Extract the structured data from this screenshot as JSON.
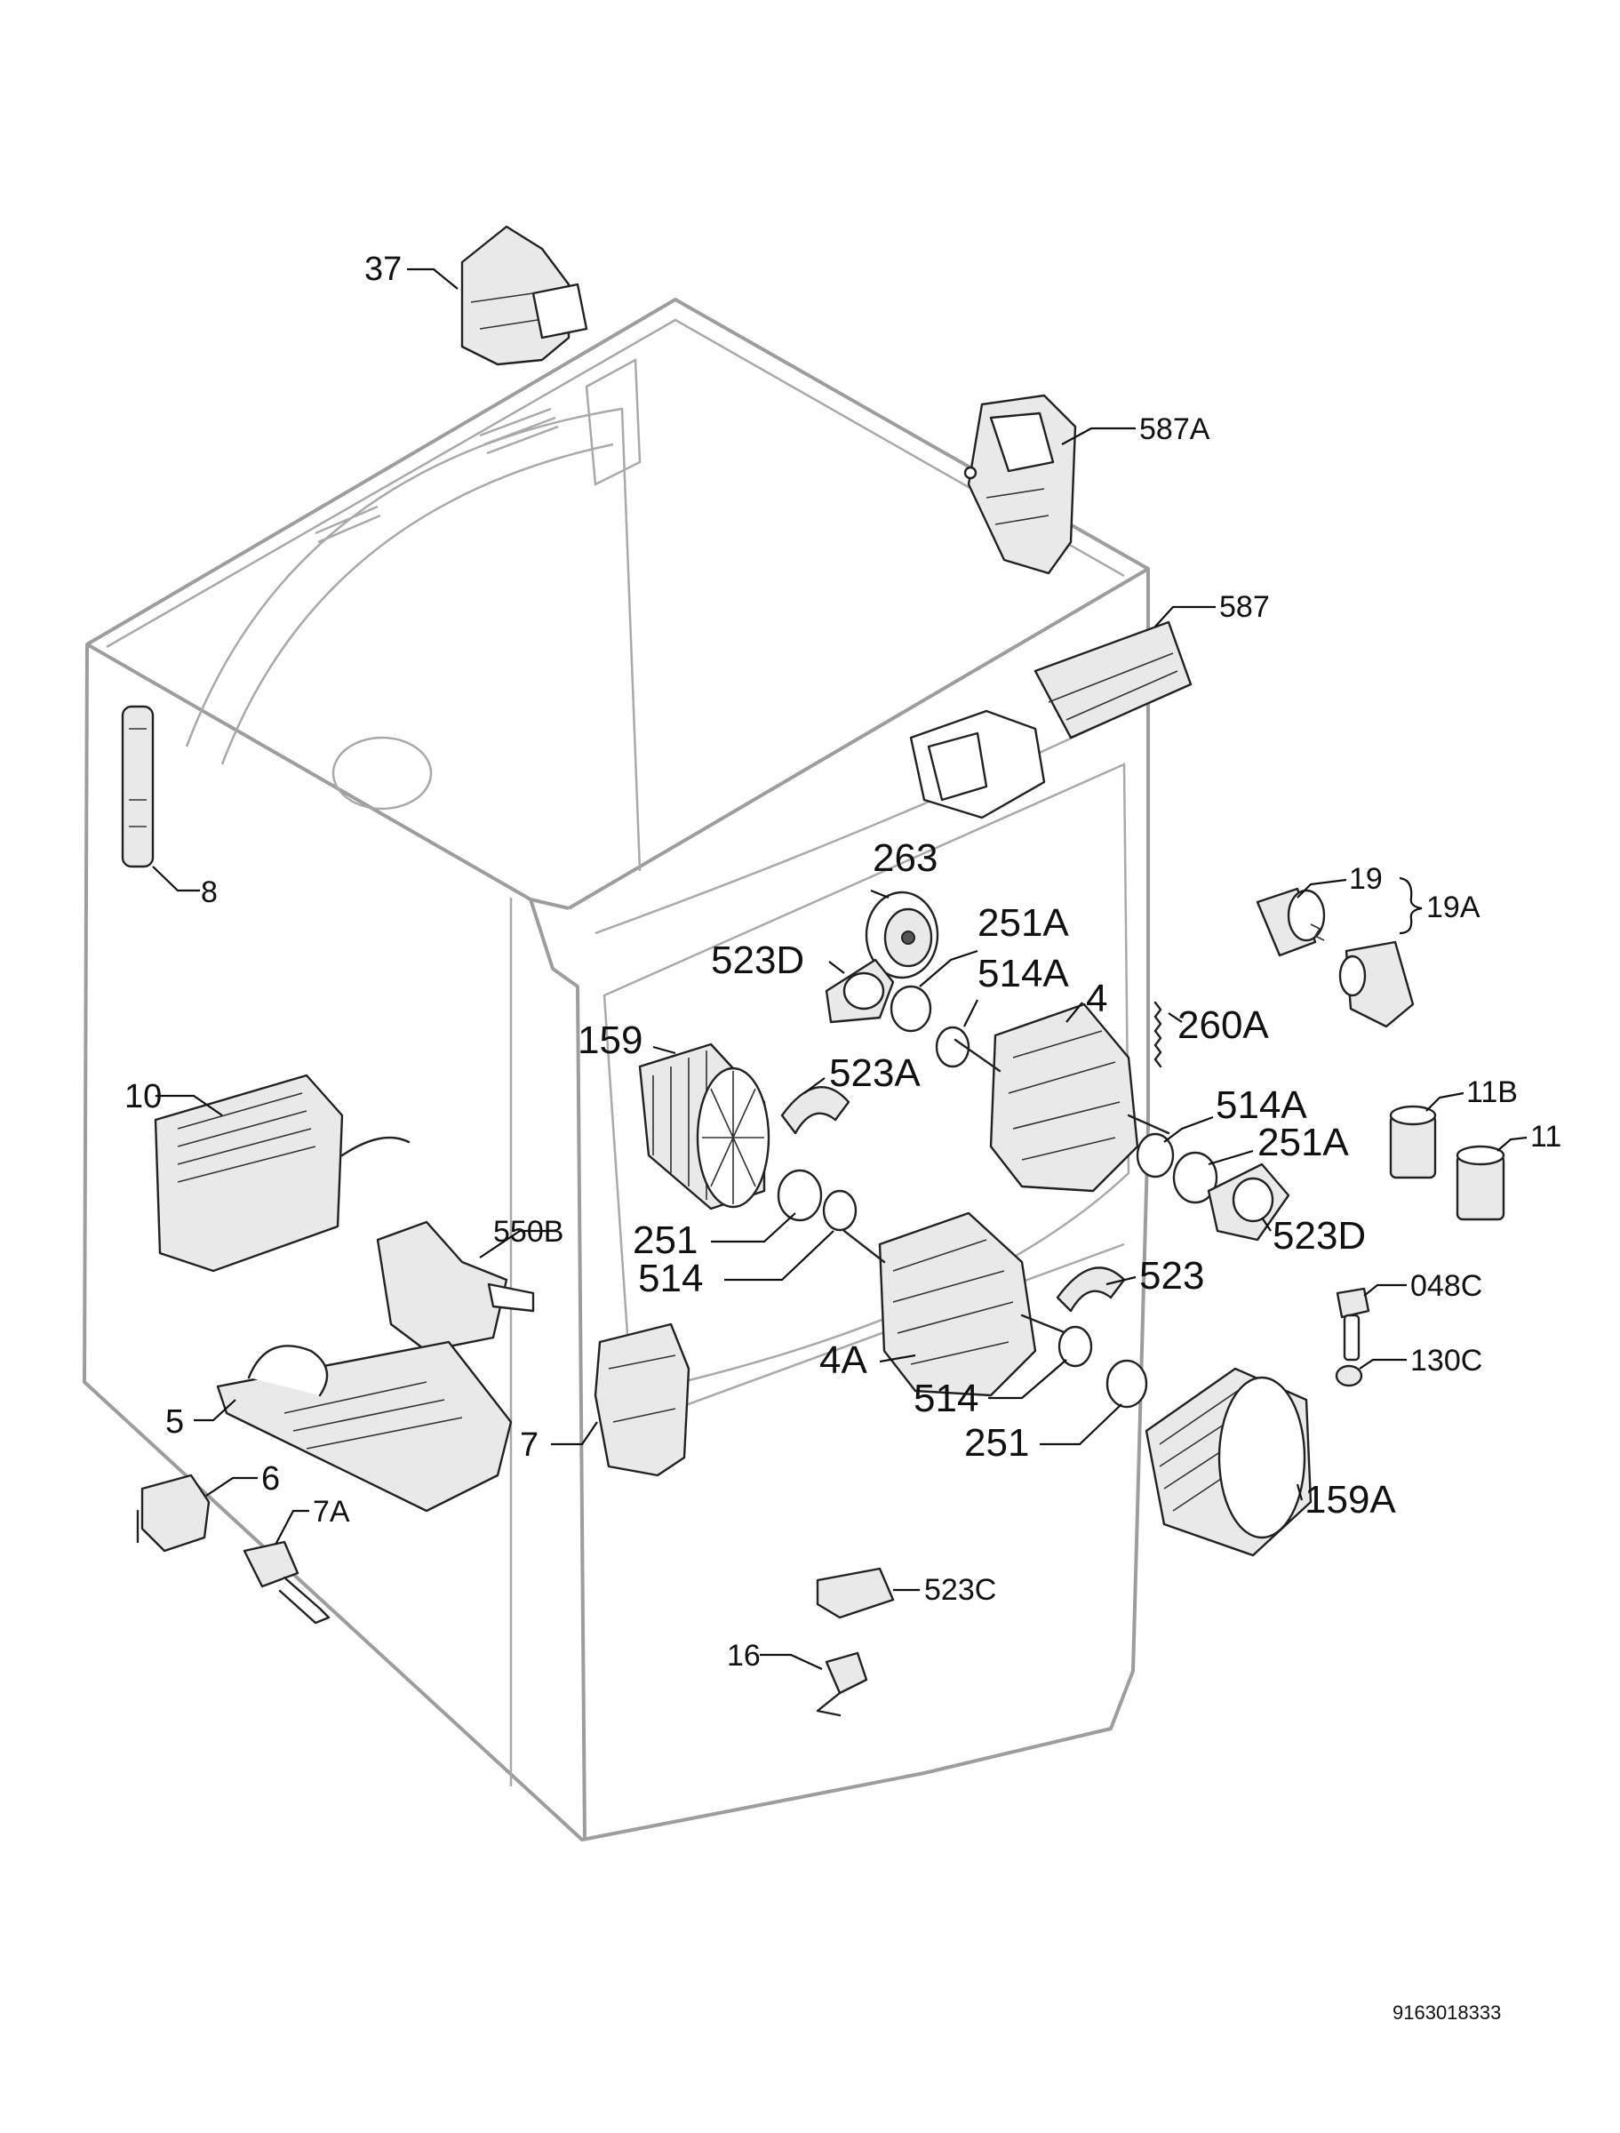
{
  "callouts": [
    {
      "id": "37",
      "label": "37"
    },
    {
      "id": "587A",
      "label": "587A"
    },
    {
      "id": "587",
      "label": "587"
    },
    {
      "id": "8",
      "label": "8"
    },
    {
      "id": "263",
      "label": "263"
    },
    {
      "id": "251A-top",
      "label": "251A"
    },
    {
      "id": "523D-top",
      "label": "523D"
    },
    {
      "id": "514A-top",
      "label": "514A"
    },
    {
      "id": "4",
      "label": "4"
    },
    {
      "id": "19",
      "label": "19"
    },
    {
      "id": "19A",
      "label": "19A"
    },
    {
      "id": "260A",
      "label": "260A"
    },
    {
      "id": "159",
      "label": "159"
    },
    {
      "id": "523A",
      "label": "523A"
    },
    {
      "id": "514A-right",
      "label": "514A"
    },
    {
      "id": "251A-right",
      "label": "251A"
    },
    {
      "id": "11B",
      "label": "11B"
    },
    {
      "id": "11",
      "label": "11"
    },
    {
      "id": "10",
      "label": "10"
    },
    {
      "id": "523D-right",
      "label": "523D"
    },
    {
      "id": "550B",
      "label": "550B"
    },
    {
      "id": "251-mid",
      "label": "251"
    },
    {
      "id": "514-mid",
      "label": "514"
    },
    {
      "id": "523",
      "label": "523"
    },
    {
      "id": "048C",
      "label": "048C"
    },
    {
      "id": "4A",
      "label": "4A"
    },
    {
      "id": "130C",
      "label": "130C"
    },
    {
      "id": "514-low",
      "label": "514"
    },
    {
      "id": "5",
      "label": "5"
    },
    {
      "id": "7",
      "label": "7"
    },
    {
      "id": "251-low",
      "label": "251"
    },
    {
      "id": "6",
      "label": "6"
    },
    {
      "id": "159A",
      "label": "159A"
    },
    {
      "id": "7A",
      "label": "7A"
    },
    {
      "id": "523C",
      "label": "523C"
    },
    {
      "id": "16",
      "label": "16"
    }
  ],
  "document_number": "9163018333",
  "colors": {
    "line": "#222222",
    "cabinet": "#9d9d9d"
  }
}
